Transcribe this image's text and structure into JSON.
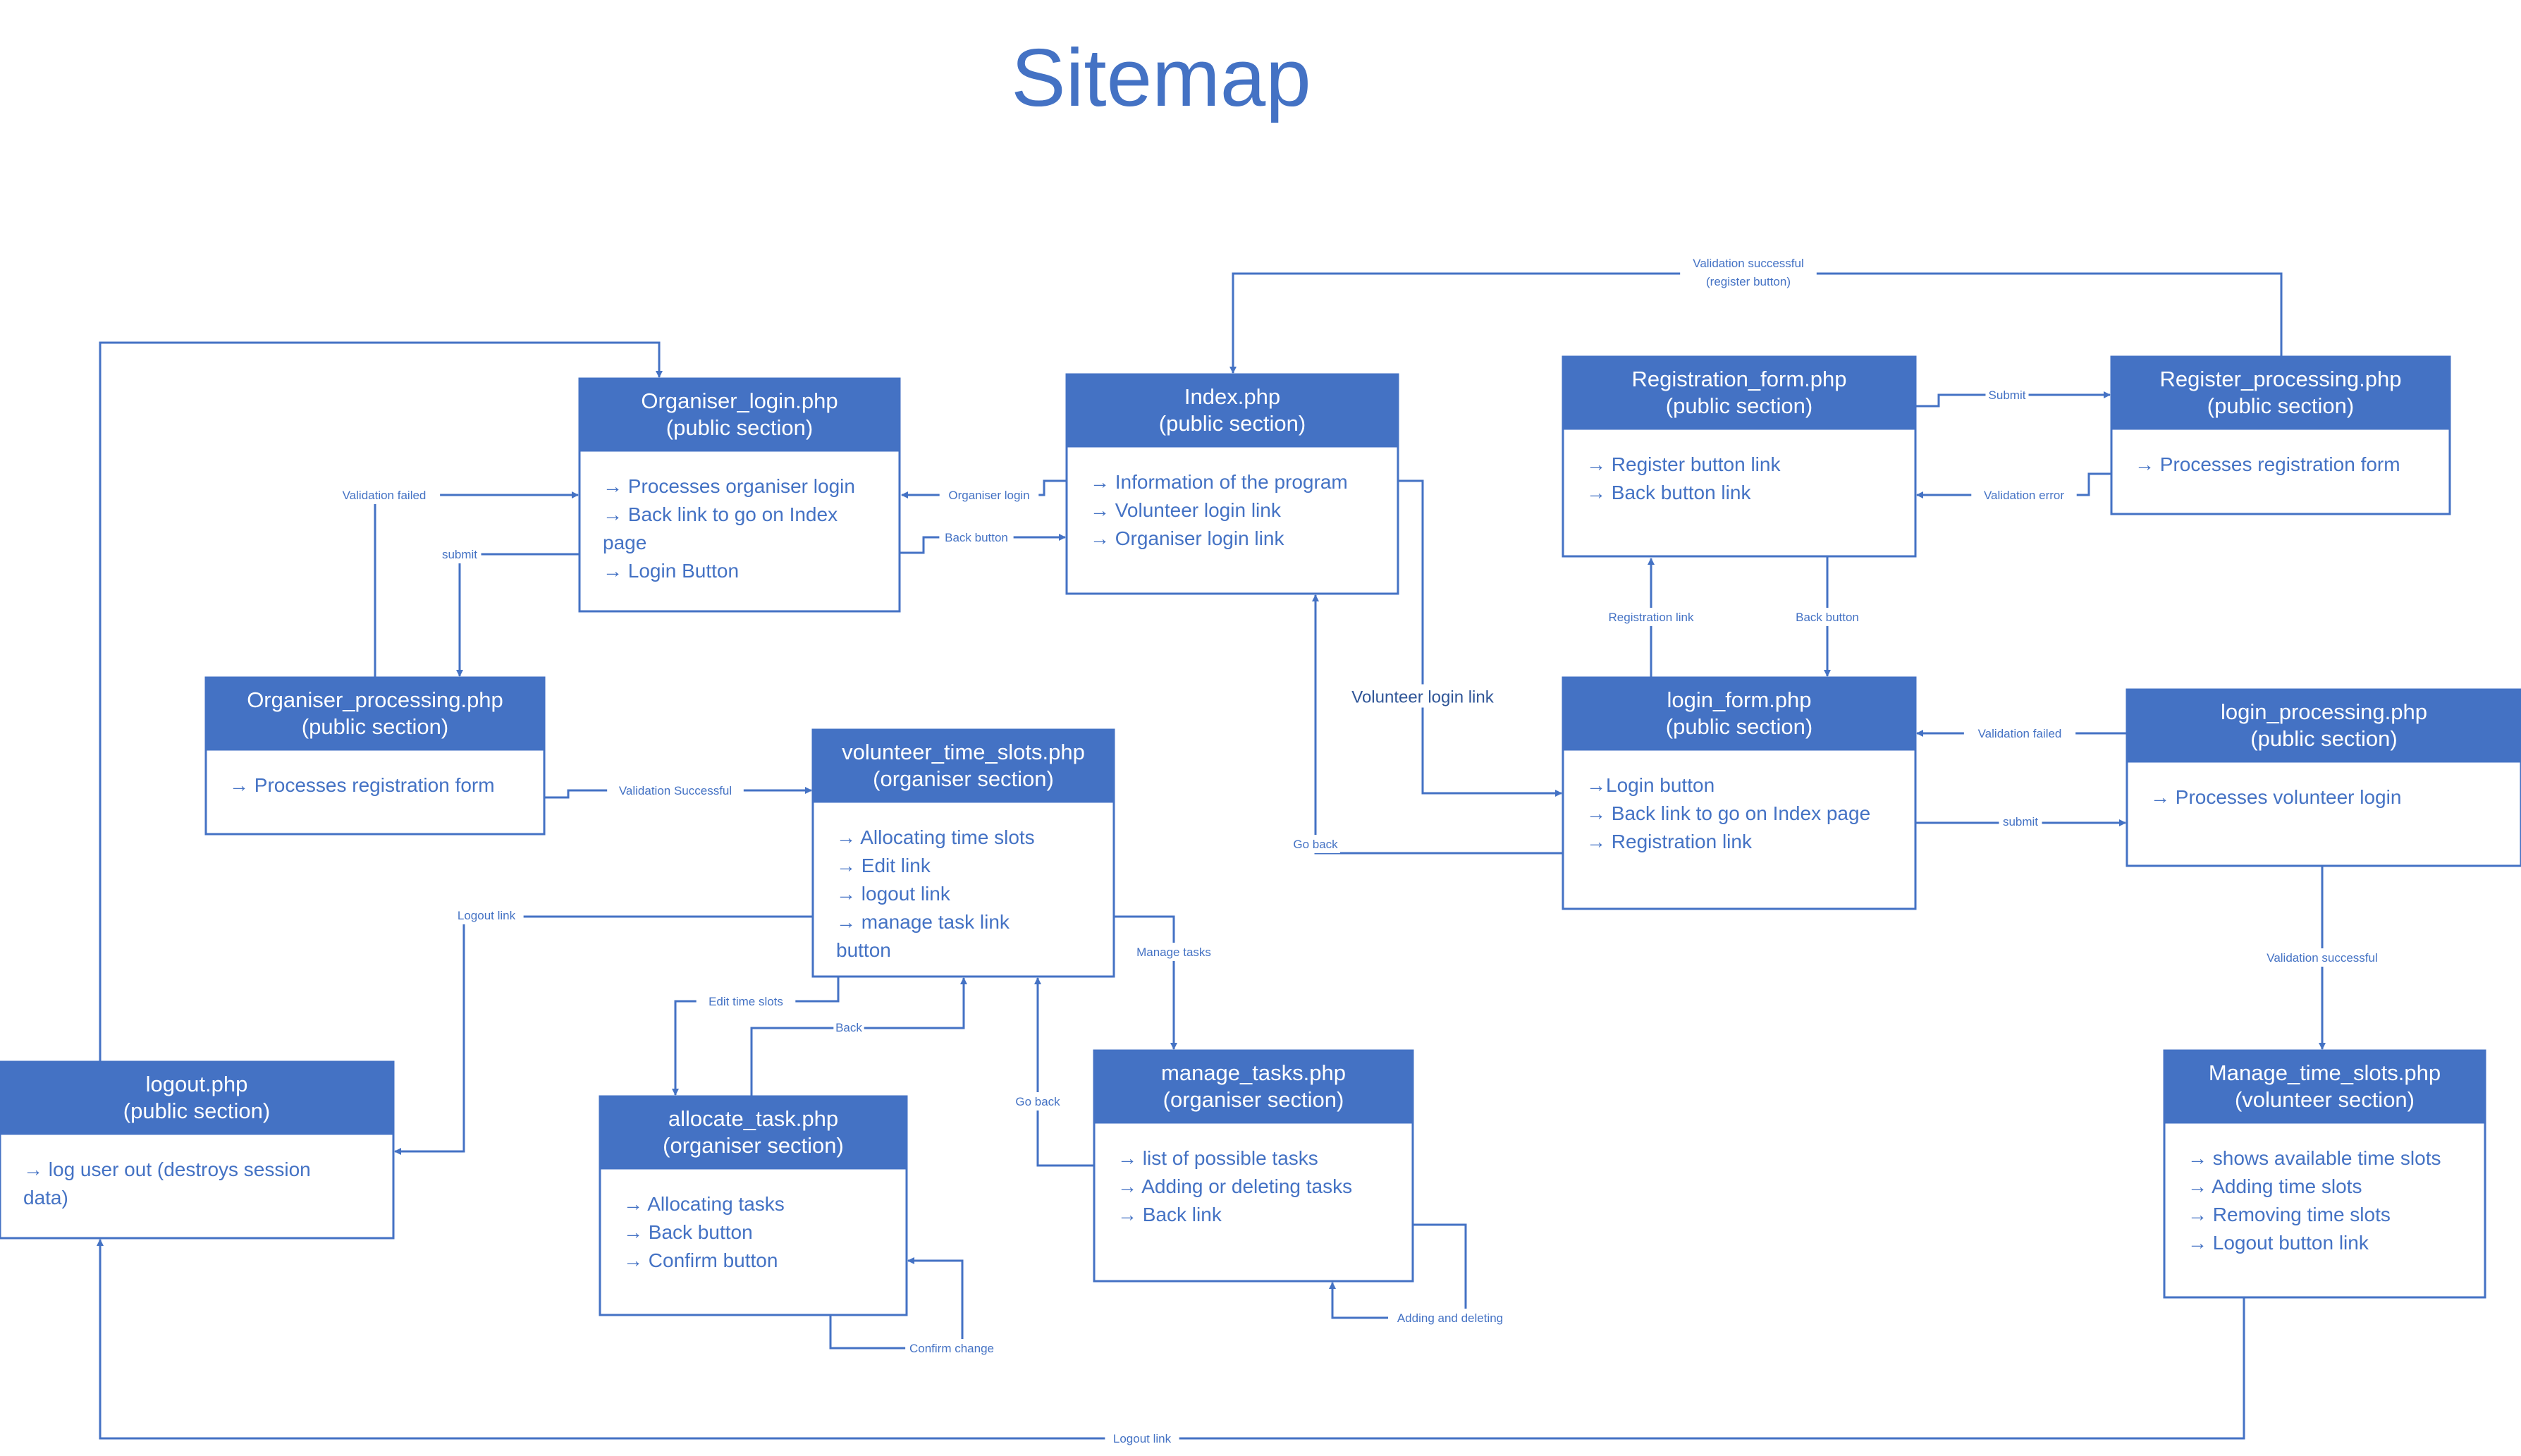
{
  "title": "Sitemap",
  "colors": {
    "accent": "#4472C4",
    "text": "#4472C4",
    "header_text": "#ffffff",
    "background": "#ffffff"
  },
  "item_marker": "→",
  "boxes": {
    "organiser_login": {
      "title": [
        "Organiser_login.php",
        "(public section)"
      ],
      "items": [
        [
          "→ Processes organiser login"
        ],
        [
          "→ Back link to go on Index",
          "page"
        ],
        [
          "→ Login Button"
        ]
      ]
    },
    "index": {
      "title": [
        "Index.php",
        "(public section)"
      ],
      "items": [
        [
          "→ Information of the program"
        ],
        [
          "→ Volunteer login link"
        ],
        [
          "→ Organiser login link"
        ]
      ]
    },
    "registration_form": {
      "title": [
        "Registration_form.php",
        "(public section)"
      ],
      "items": [
        [
          "→ Register button link"
        ],
        [
          "→ Back button link"
        ]
      ]
    },
    "register_processing": {
      "title": [
        "Register_processing.php",
        "(public section)"
      ],
      "items": [
        [
          "→ Processes registration form"
        ]
      ]
    },
    "organiser_processing": {
      "title": [
        "Organiser_processing.php",
        "(public section)"
      ],
      "items": [
        [
          "→ Processes registration form"
        ]
      ]
    },
    "volunteer_time_slots": {
      "title": [
        "volunteer_time_slots.php",
        "(organiser section)"
      ],
      "items": [
        [
          "→ Allocating time slots"
        ],
        [
          "→ Edit link"
        ],
        [
          "→ logout link"
        ],
        [
          "→ manage task link",
          "button"
        ]
      ]
    },
    "login_form": {
      "title": [
        "login_form.php",
        "(public section)"
      ],
      "items": [
        [
          "→Login button"
        ],
        [
          "→ Back link to go on Index page"
        ],
        [
          "→ Registration link"
        ]
      ]
    },
    "login_processing": {
      "title": [
        "login_processing.php",
        "(public section)"
      ],
      "items": [
        [
          "→ Processes volunteer login"
        ]
      ]
    },
    "logout": {
      "title": [
        "logout.php",
        "(public section)"
      ],
      "items": [
        [
          "→ log user out (destroys session",
          "data)"
        ]
      ]
    },
    "allocate_task": {
      "title": [
        "allocate_task.php",
        "(organiser section)"
      ],
      "items": [
        [
          "→ Allocating tasks"
        ],
        [
          "→ Back button"
        ],
        [
          "→ Confirm button"
        ]
      ]
    },
    "manage_tasks": {
      "title": [
        "manage_tasks.php",
        "(organiser section)"
      ],
      "items": [
        [
          "→ list of possible tasks"
        ],
        [
          "→ Adding or deleting tasks"
        ],
        [
          "→ Back link"
        ]
      ]
    },
    "manage_time_slots": {
      "title": [
        "Manage_time_slots.php",
        "(volunteer section)"
      ],
      "items": [
        [
          "→ shows available time slots"
        ],
        [
          "→ Adding time slots"
        ],
        [
          "→ Removing time slots"
        ],
        [
          "→ Logout button link"
        ]
      ]
    }
  },
  "edges": [
    {
      "id": "validation-successful-register",
      "label": [
        "Validation successful",
        "(register button)"
      ]
    },
    {
      "id": "logout-to-organiser-login",
      "label": []
    },
    {
      "id": "organiser-login-edge",
      "label": [
        "Organiser login"
      ]
    },
    {
      "id": "back-button-edge",
      "label": [
        "Back button"
      ]
    },
    {
      "id": "validation-failed-organiser",
      "label": [
        "Validation failed"
      ]
    },
    {
      "id": "submit-organiser",
      "label": [
        "submit"
      ]
    },
    {
      "id": "validation-successful-organiser",
      "label": [
        "Validation Successful"
      ]
    },
    {
      "id": "submit-register",
      "label": [
        "Submit"
      ]
    },
    {
      "id": "validation-error-register",
      "label": [
        "Validation error"
      ]
    },
    {
      "id": "registration-link-edge",
      "label": [
        "Registration link"
      ]
    },
    {
      "id": "back-button-registration",
      "label": [
        "Back button"
      ]
    },
    {
      "id": "volunteer-login-link-edge",
      "label": [
        "Volunteer login link"
      ]
    },
    {
      "id": "go-back-index",
      "label": [
        "Go back"
      ]
    },
    {
      "id": "validation-failed-volunteer",
      "label": [
        "Validation failed"
      ]
    },
    {
      "id": "submit-volunteer",
      "label": [
        "submit"
      ]
    },
    {
      "id": "validation-successful-volunteer",
      "label": [
        "Validation successful"
      ]
    },
    {
      "id": "logout-link-organiser",
      "label": [
        "Logout link"
      ]
    },
    {
      "id": "manage-tasks-edge",
      "label": [
        "Manage tasks"
      ]
    },
    {
      "id": "edit-time-slots-edge",
      "label": [
        "Edit time slots"
      ]
    },
    {
      "id": "back-allocate",
      "label": [
        "Back"
      ]
    },
    {
      "id": "go-back-manage",
      "label": [
        "Go back"
      ]
    },
    {
      "id": "confirm-change-edge",
      "label": [
        "Confirm change"
      ]
    },
    {
      "id": "adding-deleting-edge",
      "label": [
        "Adding and deleting"
      ]
    },
    {
      "id": "logout-link-volunteer",
      "label": [
        "Logout link"
      ]
    }
  ]
}
